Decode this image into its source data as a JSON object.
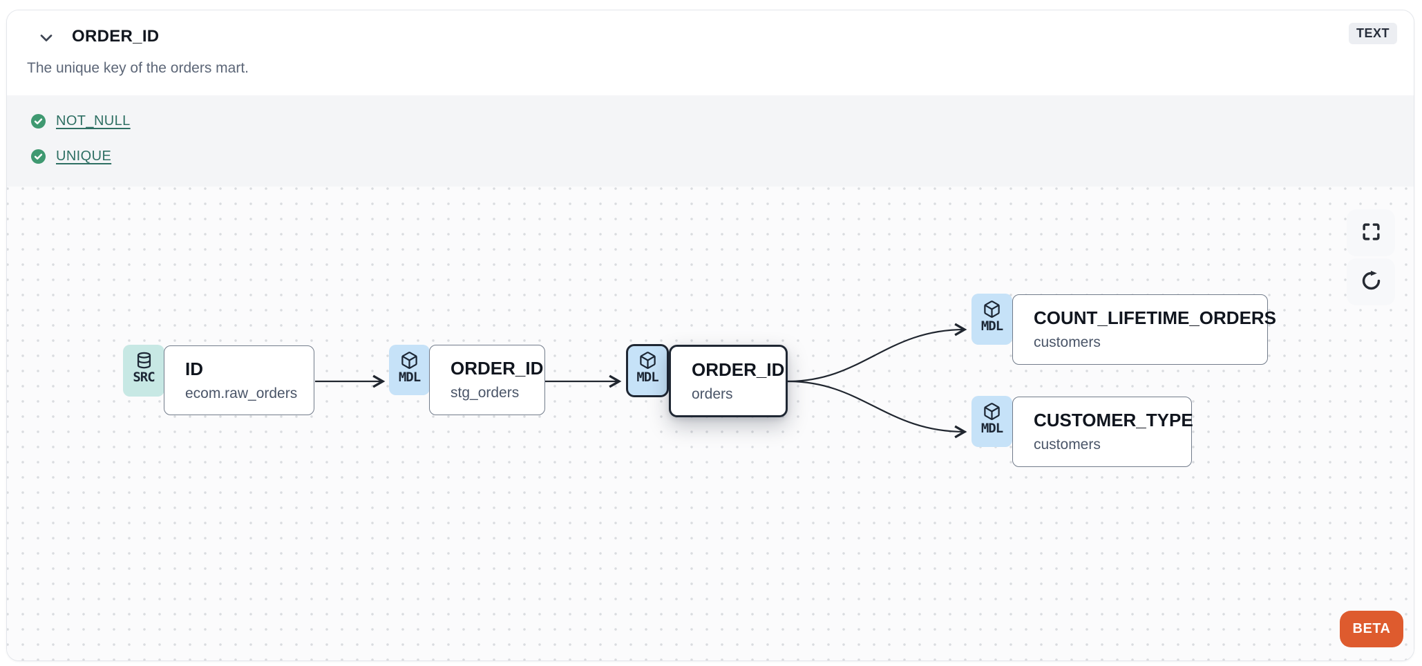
{
  "header": {
    "title": "ORDER_ID",
    "type_badge": "TEXT",
    "description": "The unique key of the orders mart.",
    "collapse_icon": "chevron-down-icon"
  },
  "tests": [
    {
      "label": "NOT_NULL",
      "status": "passed",
      "icon": "check-circle-icon"
    },
    {
      "label": "UNIQUE",
      "status": "passed",
      "icon": "check-circle-icon"
    }
  ],
  "lineage": {
    "nodes": [
      {
        "id": "id-raw",
        "kind": "SRC",
        "icon": "database-icon",
        "column": "ID",
        "model": "ecom.raw_orders",
        "selected": false
      },
      {
        "id": "oid-stg",
        "kind": "MDL",
        "icon": "cube-icon",
        "column": "ORDER_ID",
        "model": "stg_orders",
        "selected": false
      },
      {
        "id": "oid-orders",
        "kind": "MDL",
        "icon": "cube-icon",
        "column": "ORDER_ID",
        "model": "orders",
        "selected": true
      },
      {
        "id": "clo-cust",
        "kind": "MDL",
        "icon": "cube-icon",
        "column": "COUNT_LIFETIME_ORDERS",
        "model": "customers",
        "selected": false
      },
      {
        "id": "ctype-cust",
        "kind": "MDL",
        "icon": "cube-icon",
        "column": "CUSTOMER_TYPE",
        "model": "customers",
        "selected": false
      }
    ],
    "edges": [
      {
        "from": "id-raw",
        "to": "oid-stg"
      },
      {
        "from": "oid-stg",
        "to": "oid-orders"
      },
      {
        "from": "oid-orders",
        "to": "clo-cust"
      },
      {
        "from": "oid-orders",
        "to": "ctype-cust"
      }
    ],
    "controls": [
      {
        "name": "fullscreen",
        "icon": "fullscreen-icon"
      },
      {
        "name": "refresh",
        "icon": "refresh-icon"
      }
    ],
    "beta_label": "BETA"
  },
  "colors": {
    "src_badge_bg": "#C7E8E4",
    "mdl_badge_bg": "#C6E2F8",
    "selected_border": "#1F2733",
    "edge": "#20262F",
    "test_pass_green": "#3F9971",
    "test_link": "#2E6F63",
    "beta_bg": "#DE5B2E",
    "tests_section_bg": "#F4F5F7",
    "canvas_bg": "#FBFBFC",
    "canvas_dot": "#D9DBDF",
    "type_badge_bg": "#ECEEF2"
  }
}
